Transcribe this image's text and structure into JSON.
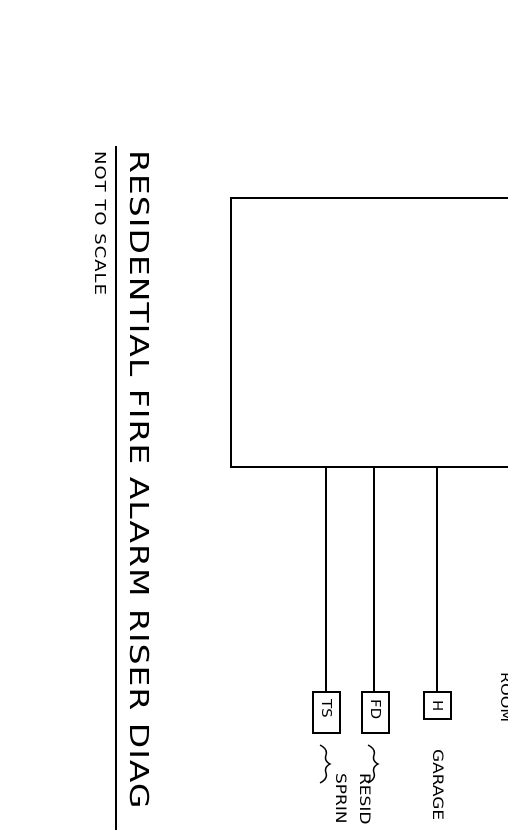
{
  "title": "RESIDENTIAL FIRE ALARM RISER DIAG",
  "subtitle": "NOT TO SCALE",
  "devices": [
    {
      "symbol": "TS",
      "label": "SPRIN"
    },
    {
      "symbol": "FD",
      "label": "RESID"
    },
    {
      "symbol": "H",
      "label": "GARAGE"
    }
  ],
  "room_label": "ROOM",
  "bracket_glyph": "{"
}
